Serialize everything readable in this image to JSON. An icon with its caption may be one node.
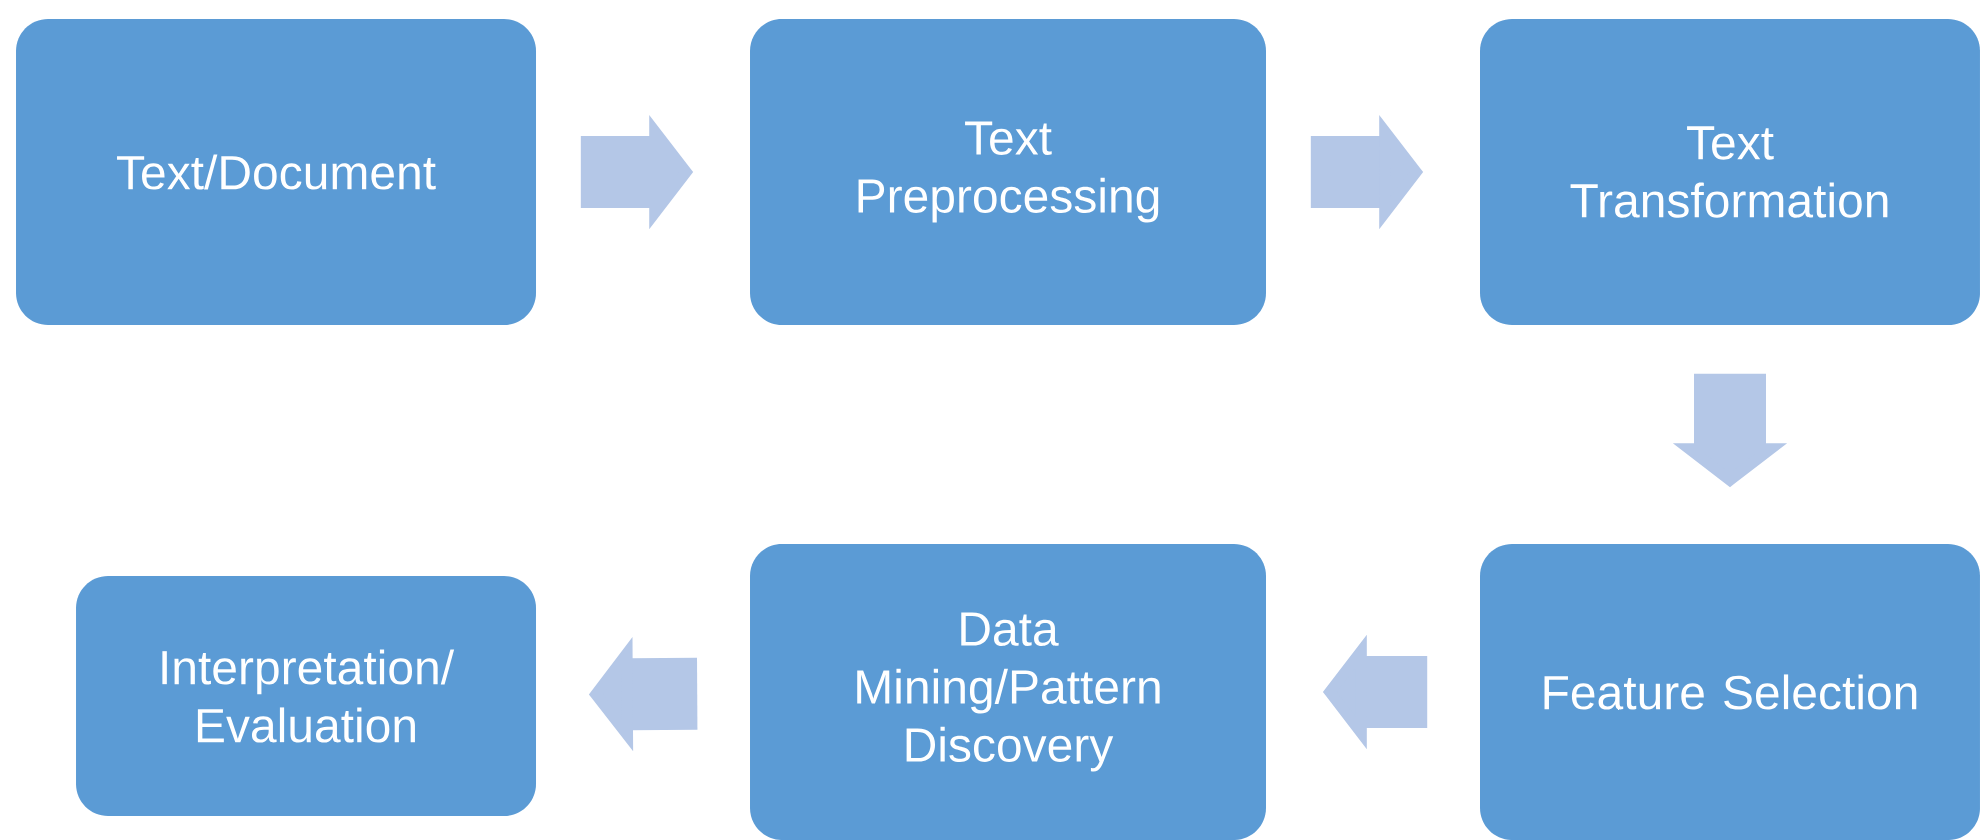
{
  "diagram": {
    "nodes": [
      {
        "text": [
          "Text/Document"
        ]
      },
      {
        "text": [
          "Text Preprocessing"
        ]
      },
      {
        "text": [
          "Text Transformation"
        ]
      },
      {
        "text": [
          "Feature Selection"
        ]
      },
      {
        "text": [
          "Data Mining/Pattern Discovery"
        ]
      },
      {
        "text": [
          "Interpretation/ Evaluation"
        ]
      }
    ],
    "edges": [
      {
        "from": 0,
        "to": 1,
        "arrow": "to"
      },
      {
        "from": 1,
        "to": 2,
        "arrow": "to"
      },
      {
        "from": 2,
        "to": 3,
        "arrow": "to"
      },
      {
        "from": 3,
        "to": 4,
        "arrow": "to"
      },
      {
        "from": 4,
        "to": 5,
        "arrow": "to"
      }
    ]
  }
}
